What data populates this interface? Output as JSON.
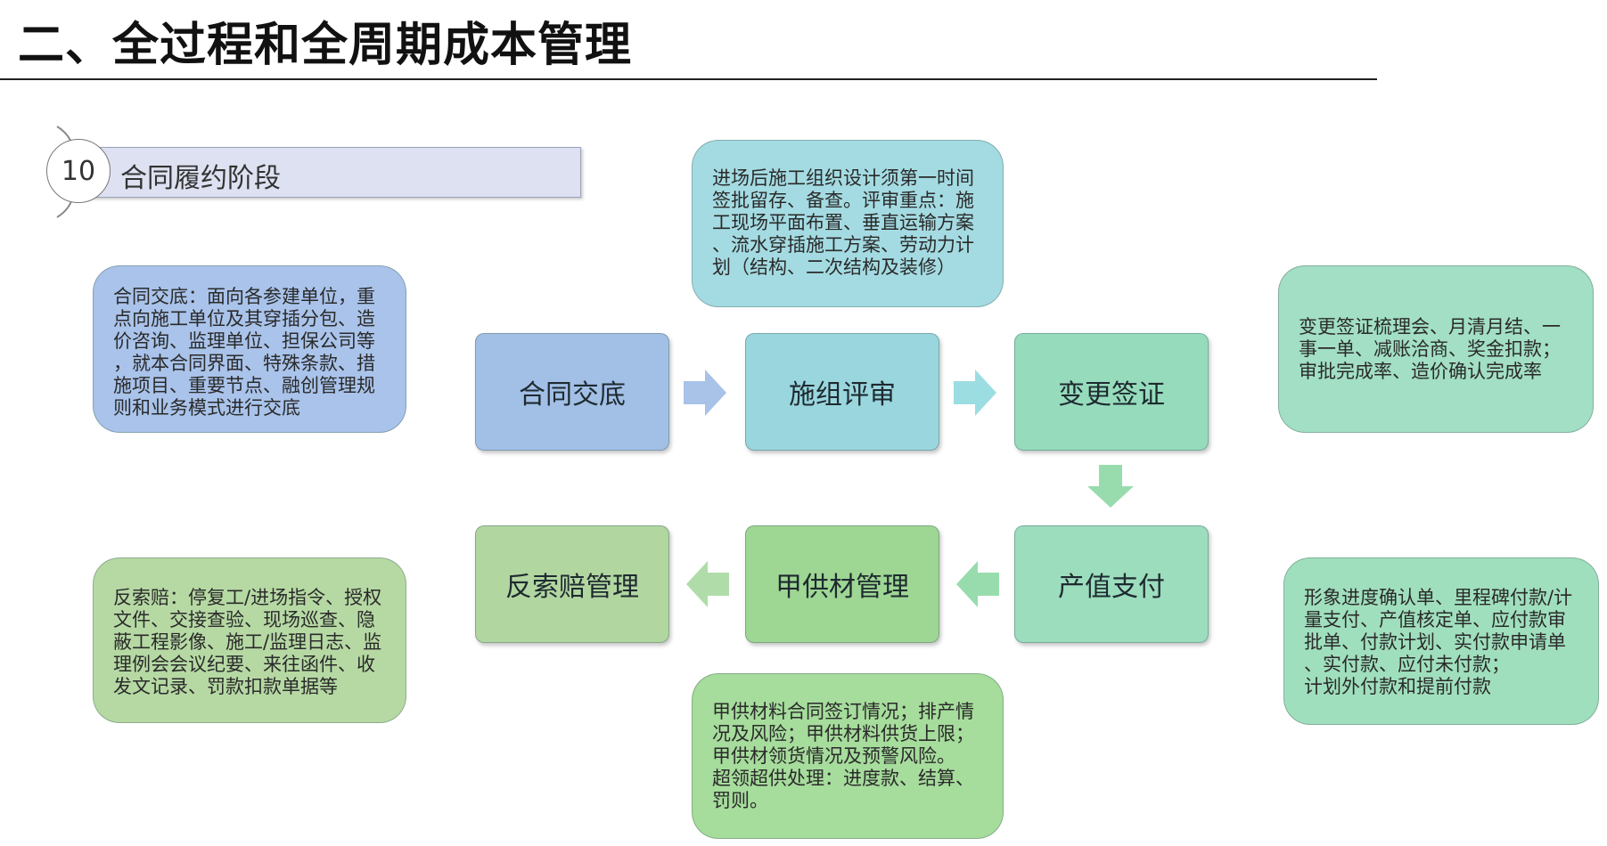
{
  "header": {
    "title": "二、全过程和全周期成本管理"
  },
  "stage": {
    "number": "10",
    "label": "合同履约阶段"
  },
  "process": [
    {
      "id": "contract-briefing",
      "label": "合同交底",
      "color": "#a2bfe6"
    },
    {
      "id": "construction-review",
      "label": "施组评审",
      "color": "#9ad6de"
    },
    {
      "id": "change-visa",
      "label": "变更签证",
      "color": "#96dcbc"
    },
    {
      "id": "output-payment",
      "label": "产值支付",
      "color": "#9cddbd"
    },
    {
      "id": "owner-material",
      "label": "甲供材管理",
      "color": "#9ed694"
    },
    {
      "id": "counter-claim",
      "label": "反索赔管理",
      "color": "#b2d6a0"
    }
  ],
  "notes": {
    "contract_briefing": {
      "color": "#a9c3ea",
      "lines": [
        "合同交底：面向各参建单位，重",
        "点向施工单位及其穿插分包、造",
        "价咨询、监理单位、担保公司等",
        "，就本合同界面、特殊条款、措",
        "施项目、重要节点、融创管理规",
        "则和业务模式进行交底"
      ]
    },
    "construction_review": {
      "color": "#a4dbe2",
      "lines": [
        "进场后施工组织设计须第一时间",
        "签批留存、备查。评审重点：施",
        "工现场平面布置、垂直运输方案",
        "、流水穿插施工方案、劳动力计",
        "划（结构、二次结构及装修）"
      ]
    },
    "change_visa": {
      "color": "#a2dfc4",
      "lines": [
        "变更签证梳理会、月清月结、一",
        "事一单、减账洽商、奖金扣款；",
        "审批完成率、造价确认完成率"
      ]
    },
    "output_payment": {
      "color": "#a0dfbd",
      "lines": [
        "形象进度确认单、里程碑付款/计",
        "量支付、产值核定单、应付款审",
        "批单、付款计划、实付款申请单",
        "、实付款、应付未付款；",
        "计划外付款和提前付款"
      ]
    },
    "owner_material": {
      "color": "#a6dc9c",
      "lines": [
        "甲供材料合同签订情况；排产情",
        "况及风险；甲供材料供货上限；",
        "甲供材领货情况及预警风险。",
        "超领超供处理：进度款、结算、",
        "罚则。"
      ]
    },
    "counter_claim": {
      "color": "#b6d9a4",
      "lines": [
        "反索赔：停复工/进场指令、授权",
        "文件、交接查验、现场巡查、隐",
        "蔽工程影像、施工/监理日志、监",
        "理例会会议纪要、来往函件、收",
        "发文记录、罚款扣款单据等"
      ]
    }
  },
  "arrows": {
    "blue": "#a8c2e8",
    "teal": "#9cdde2",
    "green": "#98dcae",
    "lightgreen": "#b0dcaa"
  }
}
